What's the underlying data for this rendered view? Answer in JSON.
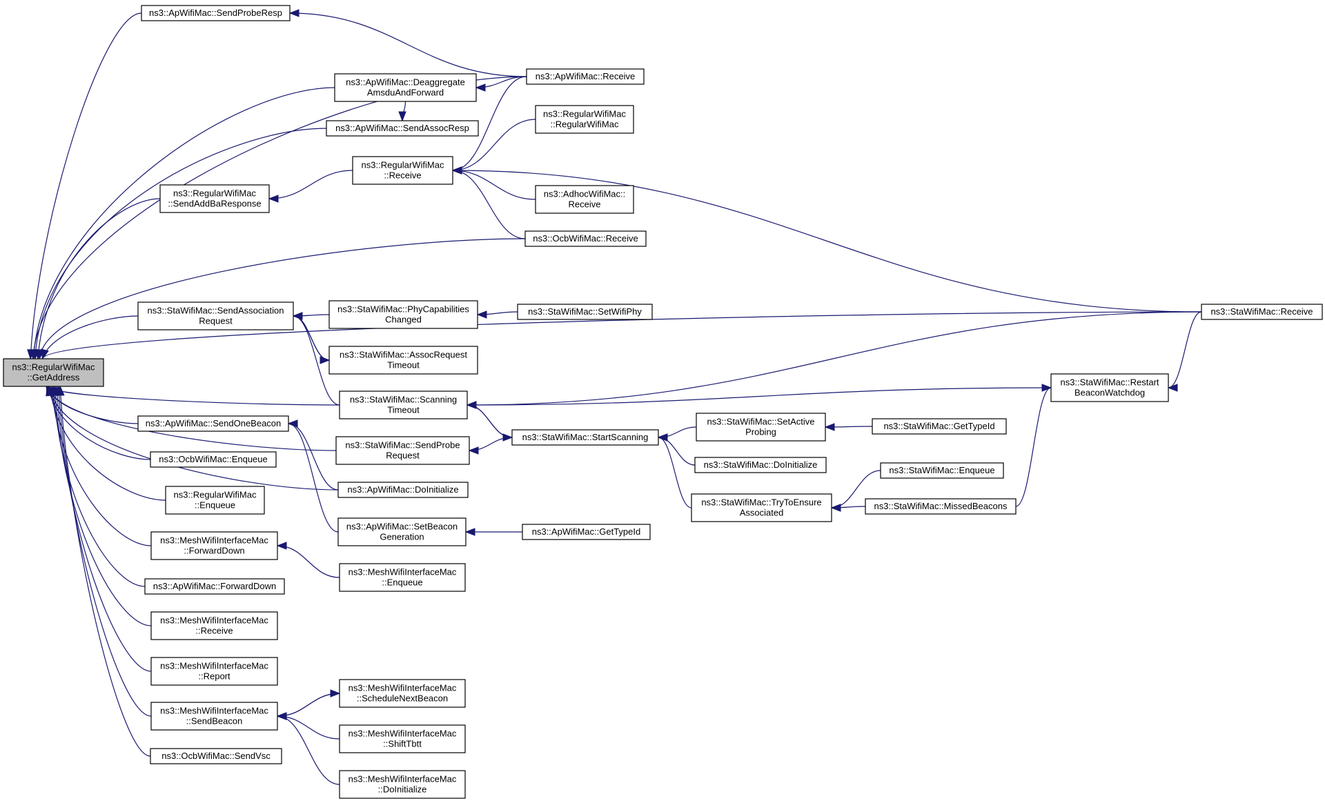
{
  "diagram": {
    "nodes": [
      {
        "id": "n0",
        "lines": [
          "ns3::RegularWifiMac",
          "::GetAddress"
        ],
        "highlight": true
      },
      {
        "id": "n1",
        "lines": [
          "ns3::ApWifiMac::SendProbeResp"
        ]
      },
      {
        "id": "n2",
        "lines": [
          "ns3::ApWifiMac::Deaggregate",
          "AmsduAndForward"
        ]
      },
      {
        "id": "n3",
        "lines": [
          "ns3::ApWifiMac::SendAssocResp"
        ]
      },
      {
        "id": "n4",
        "lines": [
          "ns3::RegularWifiMac",
          "::SendAddBaResponse"
        ]
      },
      {
        "id": "n5",
        "lines": [
          "ns3::StaWifiMac::SendAssociation",
          "Request"
        ]
      },
      {
        "id": "n6",
        "lines": [
          "ns3::ApWifiMac::SendOneBeacon"
        ]
      },
      {
        "id": "n7",
        "lines": [
          "ns3::OcbWifiMac::Enqueue"
        ]
      },
      {
        "id": "n8",
        "lines": [
          "ns3::RegularWifiMac",
          "::Enqueue"
        ]
      },
      {
        "id": "n9",
        "lines": [
          "ns3::MeshWifiInterfaceMac",
          "::ForwardDown"
        ]
      },
      {
        "id": "n10",
        "lines": [
          "ns3::ApWifiMac::ForwardDown"
        ]
      },
      {
        "id": "n11",
        "lines": [
          "ns3::MeshWifiInterfaceMac",
          "::Receive"
        ]
      },
      {
        "id": "n12",
        "lines": [
          "ns3::MeshWifiInterfaceMac",
          "::Report"
        ]
      },
      {
        "id": "n13",
        "lines": [
          "ns3::MeshWifiInterfaceMac",
          "::SendBeacon"
        ]
      },
      {
        "id": "n14",
        "lines": [
          "ns3::OcbWifiMac::SendVsc"
        ]
      },
      {
        "id": "n15",
        "lines": [
          "ns3::RegularWifiMac",
          "::Receive"
        ]
      },
      {
        "id": "n16",
        "lines": [
          "ns3::StaWifiMac::PhyCapabilities",
          "Changed"
        ]
      },
      {
        "id": "n17",
        "lines": [
          "ns3::StaWifiMac::AssocRequest",
          "Timeout"
        ]
      },
      {
        "id": "n18",
        "lines": [
          "ns3::StaWifiMac::Scanning",
          "Timeout"
        ]
      },
      {
        "id": "n19",
        "lines": [
          "ns3::StaWifiMac::SendProbe",
          "Request"
        ]
      },
      {
        "id": "n20",
        "lines": [
          "ns3::ApWifiMac::DoInitialize"
        ]
      },
      {
        "id": "n21",
        "lines": [
          "ns3::ApWifiMac::SetBeacon",
          "Generation"
        ]
      },
      {
        "id": "n22",
        "lines": [
          "ns3::MeshWifiInterfaceMac",
          "::Enqueue"
        ]
      },
      {
        "id": "n23",
        "lines": [
          "ns3::MeshWifiInterfaceMac",
          "::ScheduleNextBeacon"
        ]
      },
      {
        "id": "n24",
        "lines": [
          "ns3::MeshWifiInterfaceMac",
          "::ShiftTbtt"
        ]
      },
      {
        "id": "n25",
        "lines": [
          "ns3::MeshWifiInterfaceMac",
          "::DoInitialize"
        ]
      },
      {
        "id": "n26",
        "lines": [
          "ns3::ApWifiMac::Receive"
        ]
      },
      {
        "id": "n27",
        "lines": [
          "ns3::RegularWifiMac",
          "::RegularWifiMac"
        ]
      },
      {
        "id": "n28",
        "lines": [
          "ns3::AdhocWifiMac::",
          "Receive"
        ]
      },
      {
        "id": "n29",
        "lines": [
          "ns3::OcbWifiMac::Receive"
        ]
      },
      {
        "id": "n30",
        "lines": [
          "ns3::StaWifiMac::SetWifiPhy"
        ]
      },
      {
        "id": "n31",
        "lines": [
          "ns3::StaWifiMac::StartScanning"
        ]
      },
      {
        "id": "n32",
        "lines": [
          "ns3::ApWifiMac::GetTypeId"
        ]
      },
      {
        "id": "n33",
        "lines": [
          "ns3::StaWifiMac::SetActive",
          "Probing"
        ]
      },
      {
        "id": "n34",
        "lines": [
          "ns3::StaWifiMac::DoInitialize"
        ]
      },
      {
        "id": "n35",
        "lines": [
          "ns3::StaWifiMac::TryToEnsure",
          "Associated"
        ]
      },
      {
        "id": "n36",
        "lines": [
          "ns3::StaWifiMac::Restart",
          "BeaconWatchdog"
        ]
      },
      {
        "id": "n37",
        "lines": [
          "ns3::StaWifiMac::GetTypeId"
        ]
      },
      {
        "id": "n38",
        "lines": [
          "ns3::StaWifiMac::Enqueue"
        ]
      },
      {
        "id": "n39",
        "lines": [
          "ns3::StaWifiMac::MissedBeacons"
        ]
      },
      {
        "id": "n40",
        "lines": [
          "ns3::StaWifiMac::Receive"
        ]
      }
    ],
    "edges": [
      {
        "from": "n1",
        "to": "n0"
      },
      {
        "from": "n2",
        "to": "n0"
      },
      {
        "from": "n3",
        "to": "n0"
      },
      {
        "from": "n4",
        "to": "n0"
      },
      {
        "from": "n5",
        "to": "n0"
      },
      {
        "from": "n6",
        "to": "n0"
      },
      {
        "from": "n7",
        "to": "n0"
      },
      {
        "from": "n8",
        "to": "n0"
      },
      {
        "from": "n9",
        "to": "n0"
      },
      {
        "from": "n10",
        "to": "n0"
      },
      {
        "from": "n11",
        "to": "n0"
      },
      {
        "from": "n12",
        "to": "n0"
      },
      {
        "from": "n13",
        "to": "n0"
      },
      {
        "from": "n14",
        "to": "n0"
      },
      {
        "from": "n26",
        "to": "n0"
      },
      {
        "from": "n29",
        "to": "n0"
      },
      {
        "from": "n40",
        "to": "n0"
      },
      {
        "from": "n18",
        "to": "n0"
      },
      {
        "from": "n19",
        "to": "n0"
      },
      {
        "from": "n20",
        "to": "n0"
      },
      {
        "from": "n26",
        "to": "n1"
      },
      {
        "from": "n26",
        "to": "n2"
      },
      {
        "from": "n2",
        "to": "n3"
      },
      {
        "from": "n15",
        "to": "n4"
      },
      {
        "from": "n26",
        "to": "n15"
      },
      {
        "from": "n27",
        "to": "n15"
      },
      {
        "from": "n28",
        "to": "n15"
      },
      {
        "from": "n29",
        "to": "n15"
      },
      {
        "from": "n40",
        "to": "n15"
      },
      {
        "from": "n16",
        "to": "n5"
      },
      {
        "from": "n17",
        "to": "n5"
      },
      {
        "from": "n18",
        "to": "n5"
      },
      {
        "from": "n30",
        "to": "n16"
      },
      {
        "from": "n5",
        "to": "n17"
      },
      {
        "from": "n31",
        "to": "n18"
      },
      {
        "from": "n40",
        "to": "n18"
      },
      {
        "from": "n36",
        "to": "n18"
      },
      {
        "from": "n18",
        "to": "n31"
      },
      {
        "from": "n31",
        "to": "n19"
      },
      {
        "from": "n20",
        "to": "n6"
      },
      {
        "from": "n21",
        "to": "n6"
      },
      {
        "from": "n32",
        "to": "n21"
      },
      {
        "from": "n22",
        "to": "n9"
      },
      {
        "from": "n23",
        "to": "n13"
      },
      {
        "from": "n24",
        "to": "n13"
      },
      {
        "from": "n25",
        "to": "n13"
      },
      {
        "from": "n13",
        "to": "n23"
      },
      {
        "from": "n33",
        "to": "n31"
      },
      {
        "from": "n34",
        "to": "n31"
      },
      {
        "from": "n35",
        "to": "n31"
      },
      {
        "from": "n37",
        "to": "n33"
      },
      {
        "from": "n38",
        "to": "n35"
      },
      {
        "from": "n39",
        "to": "n35"
      },
      {
        "from": "n39",
        "to": "n36"
      },
      {
        "from": "n40",
        "to": "n36"
      }
    ]
  }
}
